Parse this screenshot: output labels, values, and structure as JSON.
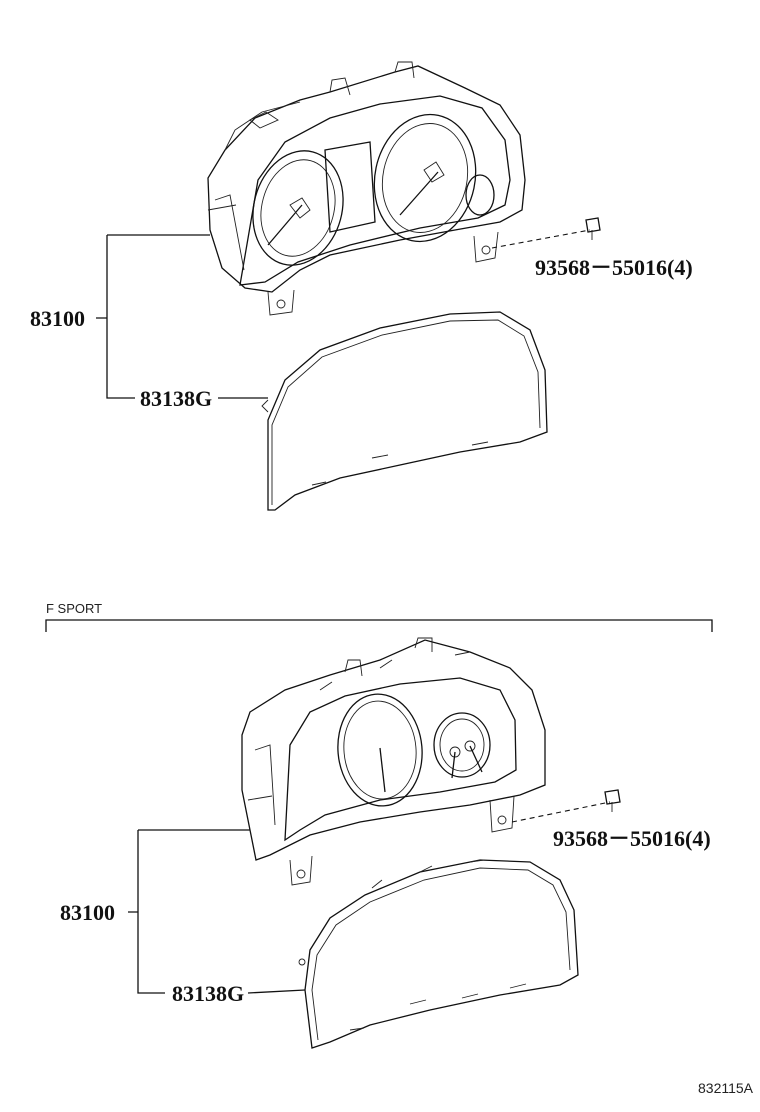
{
  "upper_assembly": {
    "meter_assembly_number": "83100",
    "glass_number": "83138G",
    "screw_number": "93568－55016(4)"
  },
  "fsport_section": {
    "title": "F SPORT",
    "meter_assembly_number": "83100",
    "glass_number": "83138G",
    "screw_number": "93568－55016(4)"
  },
  "figure_code": "832115A"
}
